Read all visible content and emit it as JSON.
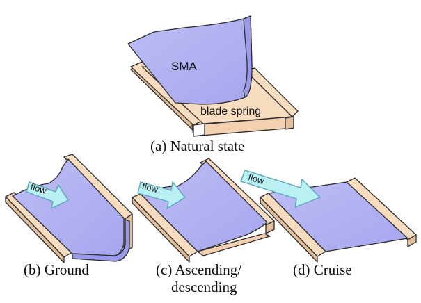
{
  "labels": {
    "sma": "SMA",
    "blade_spring": "blade spring",
    "flow": "flow"
  },
  "captions": {
    "a": "(a) Natural state",
    "b": "(b) Ground",
    "c_line1": "(c) Ascending/",
    "c_line2": "descending",
    "d": "(d) Cruise"
  },
  "colors": {
    "sma_fill": "#b3b3f4",
    "sma_fill_dark": "#9a9aea",
    "spring_fill": "#f8dcc0",
    "spring_dark": "#e2bf9c",
    "outline": "#2a2a2a",
    "arrow_fill": "#b8f0f4",
    "arrow_stroke": "#5aa4b4"
  }
}
